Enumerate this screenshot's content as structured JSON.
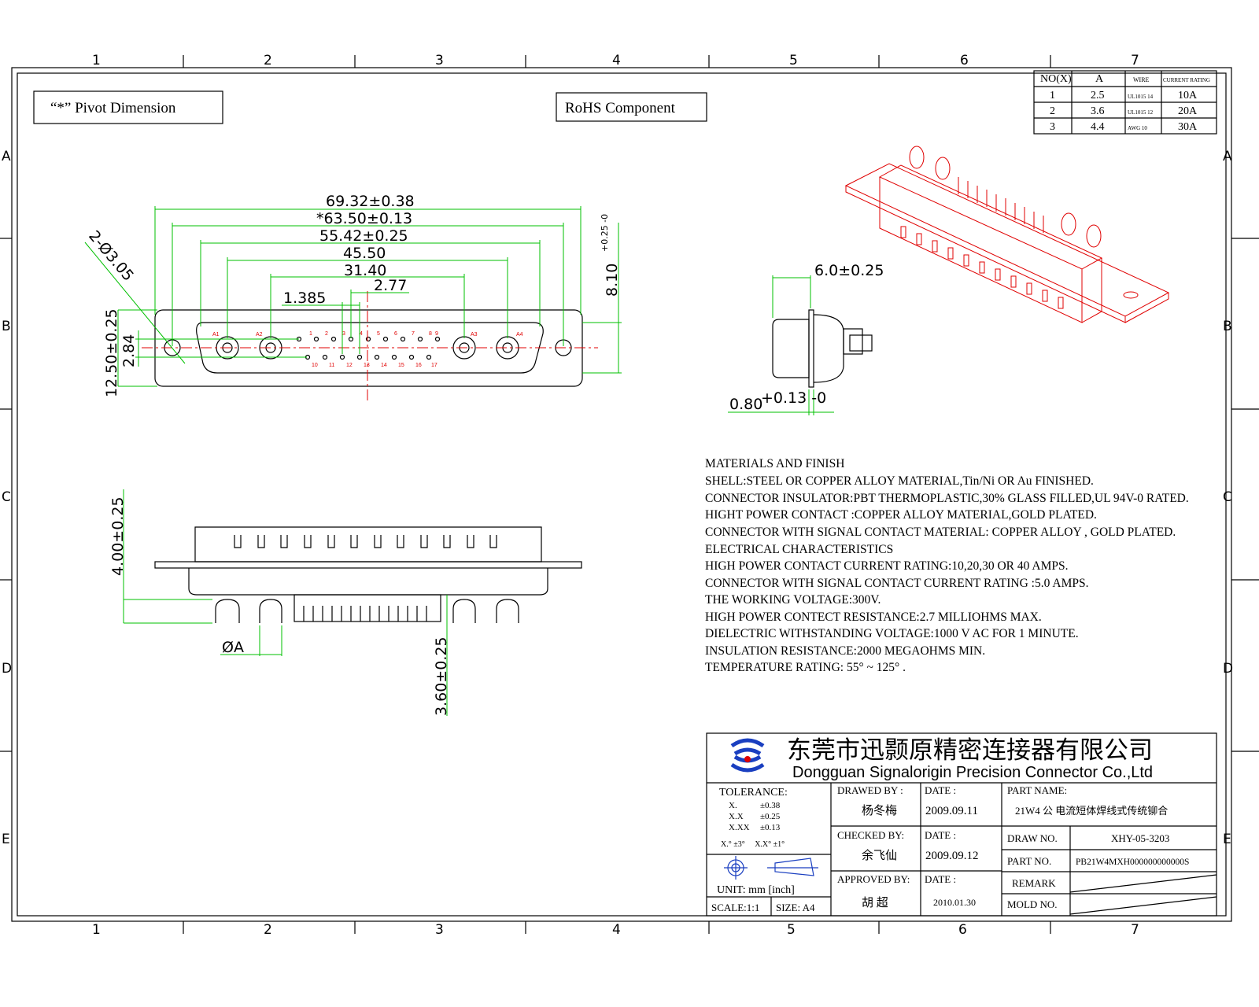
{
  "border": {
    "columns": [
      "1",
      "2",
      "3",
      "4",
      "5",
      "6",
      "7"
    ],
    "rows": [
      "A",
      "B",
      "C",
      "D",
      "E"
    ]
  },
  "notes": {
    "pivot": "“*” Pivot Dimension",
    "rohs": "RoHS  Component"
  },
  "spec_table": {
    "headers": [
      "NO(X)",
      "A",
      "WIRE",
      "CURRENT RATING"
    ],
    "rows": [
      [
        "1",
        "2.5",
        "UL1015 14",
        "10A"
      ],
      [
        "2",
        "3.6",
        "UL1015 12",
        "20A"
      ],
      [
        "3",
        "4.4",
        "AWG 10",
        "30A"
      ]
    ]
  },
  "dimensions": {
    "overall": "69.32±0.38",
    "pivot": "*63.50±0.13",
    "shell": "55.42±0.25",
    "d1": "45.50",
    "d2": "31.40",
    "pitch": "2.77",
    "half_pitch": "1.385",
    "holes": "2-Ø3.05",
    "height_shell": "12.50±0.25",
    "row_spacing": "2.84",
    "d_height": "8.10",
    "d_height_tol": "+0.25 -0",
    "depth": "6.0±0.25",
    "flange": "0.80",
    "flange_tol": "+0.13 -0",
    "side_height": "4.00±0.25",
    "tail": "3.60±0.25",
    "dia_a": "ØA"
  },
  "pins": {
    "top": [
      "1",
      "2",
      "3",
      "4",
      "5",
      "6",
      "7",
      "8",
      "9"
    ],
    "bottom": [
      "10",
      "11",
      "12",
      "13",
      "14",
      "15",
      "16",
      "17"
    ],
    "power": [
      "A1",
      "A2",
      "A3",
      "A4"
    ]
  },
  "materials": [
    "MATERIALS AND  FINISH",
    "SHELL:STEEL OR COPPER ALLOY MATERIAL,Tin/Ni OR Au FINISHED.",
    "CONNECTOR INSULATOR:PBT THERMOPLASTIC,30% GLASS FILLED,UL 94V-0 RATED.",
    "HIGHT POWER CONTACT :COPPER ALLOY MATERIAL,GOLD PLATED.",
    "CONNECTOR WITH SIGNAL CONTACT MATERIAL: COPPER ALLOY , GOLD PLATED.",
    "ELECTRICAL CHARACTERISTICS",
    "HIGH POWER CONTACT CURRENT RATING:10,20,30 OR 40 AMPS.",
    "CONNECTOR WITH SIGNAL CONTACT CURRENT RATING :5.0 AMPS.",
    "THE WORKING VOLTAGE:300V.",
    "HIGH POWER CONTECT RESISTANCE:2.7 MILLIOHMS MAX.",
    "DIELECTRIC WITHSTANDING VOLTAGE:1000 V AC FOR 1 MINUTE.",
    "INSULATION RESISTANCE:2000 MEGAOHMS MIN.",
    "TEMPERATURE RATING: 55° ~ 125° ."
  ],
  "title_block": {
    "company_cn": "东莞市迅颢原精密连接器有限公司",
    "company_en": "Dongguan Signalorigin Precision Connector Co.,Ltd",
    "tolerance_label": "TOLERANCE:",
    "tolerances": [
      [
        "X.",
        "±0.38"
      ],
      [
        "X.X",
        "±0.25"
      ],
      [
        "X.XX",
        "±0.13"
      ]
    ],
    "angle_tol": "X.° ±3°     X.X° ±1°",
    "unit": "UNIT: mm  [inch]",
    "scale": "SCALE:1:1",
    "size": "SIZE: A4",
    "drawed_by_label": "DRAWED BY :",
    "drawed_by": "杨冬梅",
    "checked_by_label": "CHECKED BY:",
    "checked_by": "余飞仙",
    "approved_by_label": "APPROVED BY:",
    "approved_by": "胡 超",
    "date_label": "DATE :",
    "date_drawed": "2009.09.11",
    "date_checked": "2009.09.12",
    "date_approved": "2010.01.30",
    "part_name_label": "PART NAME:",
    "part_name": "21W4 公 电流短体焊线式传统铆合",
    "draw_no_label": "DRAW NO.",
    "draw_no": "XHY-05-3203",
    "part_no_label": "PART NO.",
    "part_no": "PB21W4MXH000000000000S",
    "remark_label": "REMARK",
    "mold_no_label": "MOLD NO."
  },
  "colors": {
    "dimension": "#00c000",
    "centerline": "#e00000",
    "logo": "#1a3fc0"
  }
}
